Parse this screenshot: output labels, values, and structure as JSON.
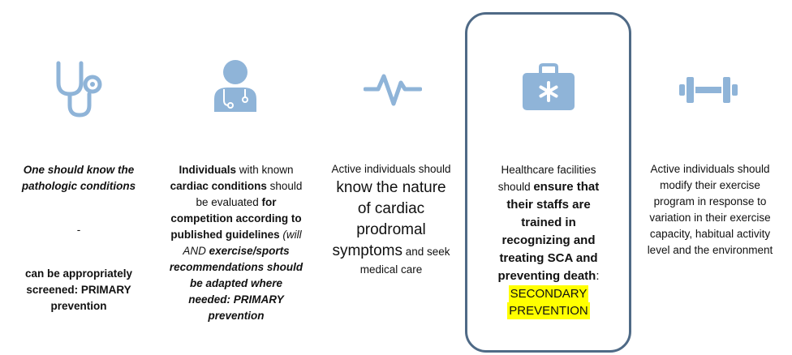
{
  "colors": {
    "icon": "#8fb4d8",
    "border": "#4f6a86",
    "highlight": "#ffff00"
  },
  "icons": [
    "stethoscope-icon",
    "doctor-icon",
    "heartbeat-icon",
    "medical-kit-icon",
    "dumbbell-icon"
  ],
  "col1": {
    "line1": "One should know the",
    "line2": "pathologic conditions",
    "dash": "-",
    "line3": "can be appropriately",
    "line4": "screened: PRIMARY",
    "line5": "prevention"
  },
  "col2": {
    "a1": "Individuals",
    "a2": " with known",
    "b1": "cardiac conditions",
    "b2": " should",
    "c1": "be evaluated ",
    "c2": "for",
    "d": "competition according to",
    "e1": "published guidelines",
    "e2": " (will",
    "f1": "AND ",
    "f2": "exercise/sports",
    "g": "recommendations should",
    "h": "be adapted where",
    "i": "needed: PRIMARY",
    "j": "prevention"
  },
  "col3": {
    "line1": "Active individuals should",
    "big1": "know the nature",
    "big2": "of cardiac",
    "big3": "prodromal",
    "big4": "symptoms",
    "tail": " and seek",
    "line2": "medical care"
  },
  "col4": {
    "line1": "Healthcare facilities",
    "l2a": "should ",
    "l2b": "ensure that",
    "b1": "their staffs are",
    "b2": "trained in",
    "b3": "recognizing and",
    "b4": "treating SCA and",
    "b5": "preventing death",
    "colon": ":",
    "hl1": "SECONDARY",
    "hl2": "PREVENTION"
  },
  "col5": {
    "line1": "Active individuals should",
    "line2": "modify their exercise",
    "line3": "program in response to",
    "line4": "variation in their exercise",
    "line5": "capacity, habitual activity",
    "line6": "level and the environment"
  }
}
